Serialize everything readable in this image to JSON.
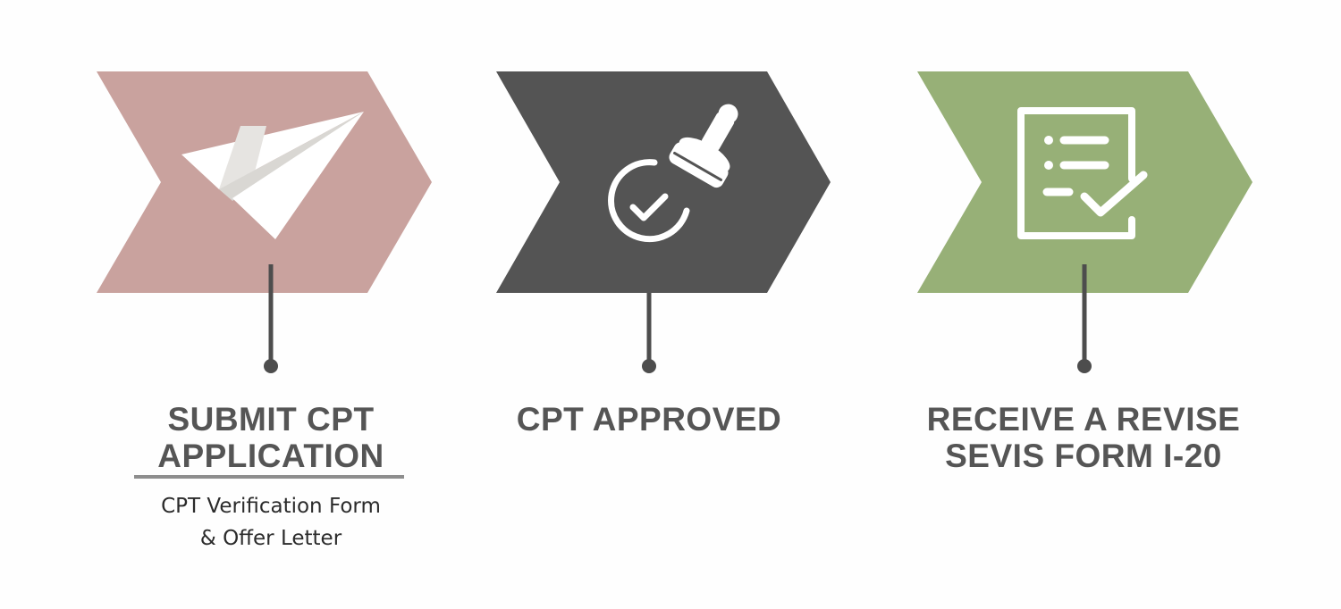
{
  "steps": [
    {
      "title_lines": [
        "SUBMIT CPT",
        "APPLICATION"
      ],
      "description_lines": [
        "CPT Verification Form",
        "& Offer Letter"
      ],
      "color": "#c9a29e",
      "icon": "paper-plane-icon"
    },
    {
      "title_lines": [
        "CPT APPROVED"
      ],
      "description_lines": [],
      "color": "#545454",
      "icon": "approval-stamp-icon"
    },
    {
      "title_lines": [
        "RECEIVE A REVISE",
        "SEVIS FORM I-20"
      ],
      "description_lines": [],
      "color": "#97b077",
      "icon": "checklist-document-icon"
    }
  ],
  "connector_color": "#4d4d4d",
  "text_color": "#555555"
}
